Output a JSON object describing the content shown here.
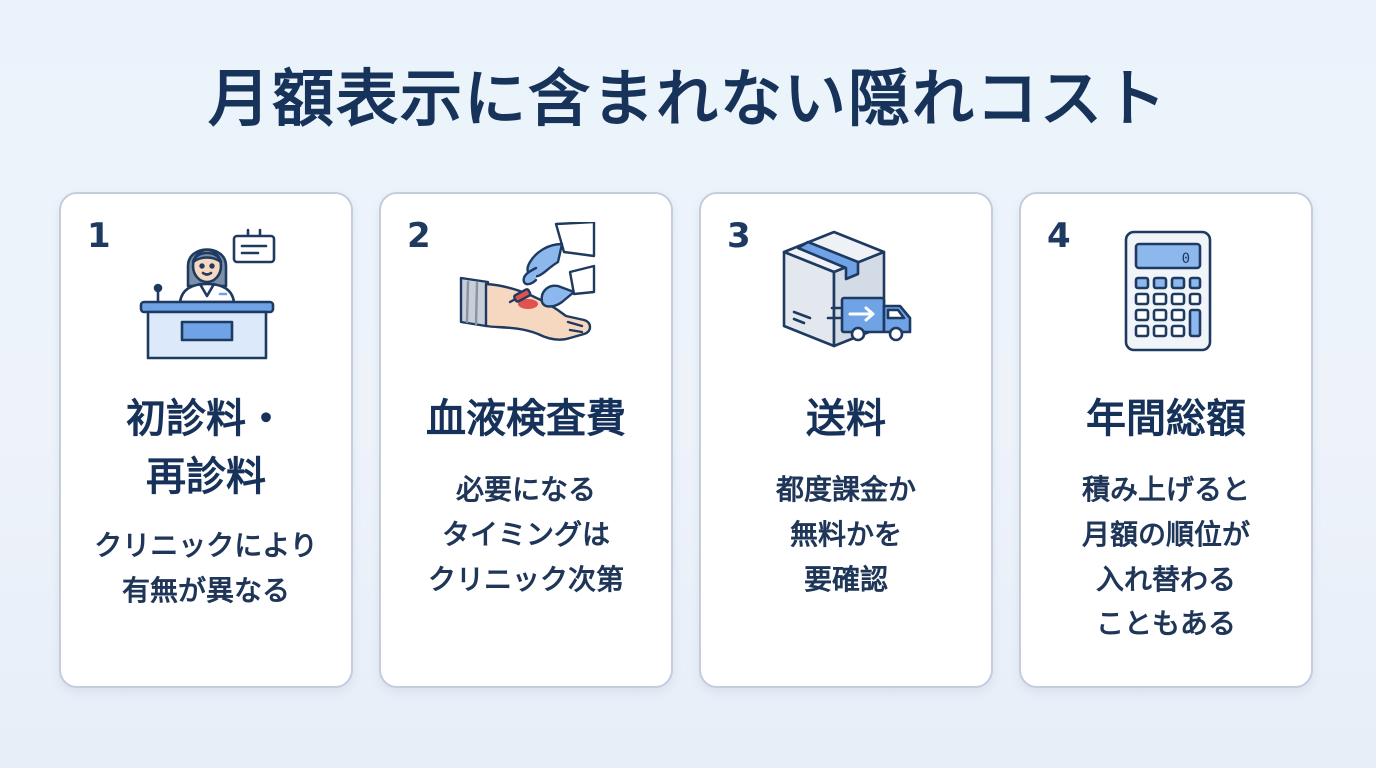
{
  "title": "月額表示に含まれない隠れコスト",
  "cards": [
    {
      "number": "1",
      "title": "初診料・\n再診料",
      "description": "クリニックにより\n有無が異なる",
      "icon": "reception-desk-icon"
    },
    {
      "number": "2",
      "title": "血液検査費",
      "description": "必要になる\nタイミングは\nクリニック次第",
      "icon": "blood-test-icon"
    },
    {
      "number": "3",
      "title": "送料",
      "description": "都度課金か\n無料かを\n要確認",
      "icon": "shipping-box-truck-icon"
    },
    {
      "number": "4",
      "title": "年間総額",
      "description": "積み上げると\n月額の順位が\n入れ替わる\nこともある",
      "icon": "calculator-icon"
    }
  ],
  "colors": {
    "navy": "#18335a",
    "accent_blue": "#6fa3e6",
    "light_blue": "#dce9fb",
    "card_border": "#c3cddb",
    "red": "#e0524f"
  }
}
